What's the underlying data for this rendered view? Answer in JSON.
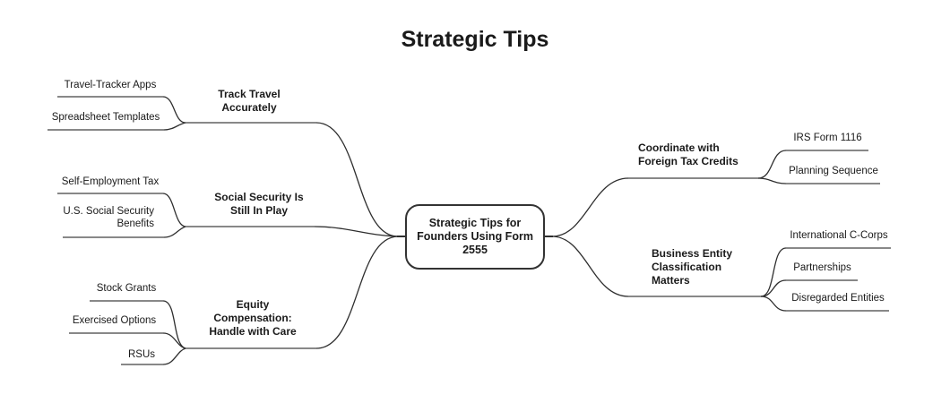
{
  "title": "Strategic Tips",
  "colors": {
    "background": "#ffffff",
    "underline": "#888888",
    "connector": "#2e2e2e",
    "node_border": "#333333",
    "text": "#1a1a1a"
  },
  "mindmap": {
    "root": {
      "label": "Strategic Tips for\nFounders Using Form\n2555"
    },
    "branches": [
      {
        "label": "Track Travel\nAccurately",
        "side": "left",
        "children": [
          "Travel-Tracker Apps",
          "Spreadsheet Templates"
        ]
      },
      {
        "label": "Social Security Is\nStill In Play",
        "side": "left",
        "children": [
          "Self-Employment Tax",
          "U.S. Social Security\nBenefits"
        ]
      },
      {
        "label": "Equity\nCompensation:\nHandle with Care",
        "side": "left",
        "children": [
          "Stock Grants",
          "Exercised Options",
          "RSUs"
        ]
      },
      {
        "label": "Coordinate with\nForeign Tax Credits",
        "side": "right",
        "children": [
          "IRS Form 1116",
          "Planning Sequence"
        ]
      },
      {
        "label": "Business Entity\nClassification\nMatters",
        "side": "right",
        "children": [
          "International C-Corps",
          "Partnerships",
          "Disregarded Entities"
        ]
      }
    ]
  }
}
